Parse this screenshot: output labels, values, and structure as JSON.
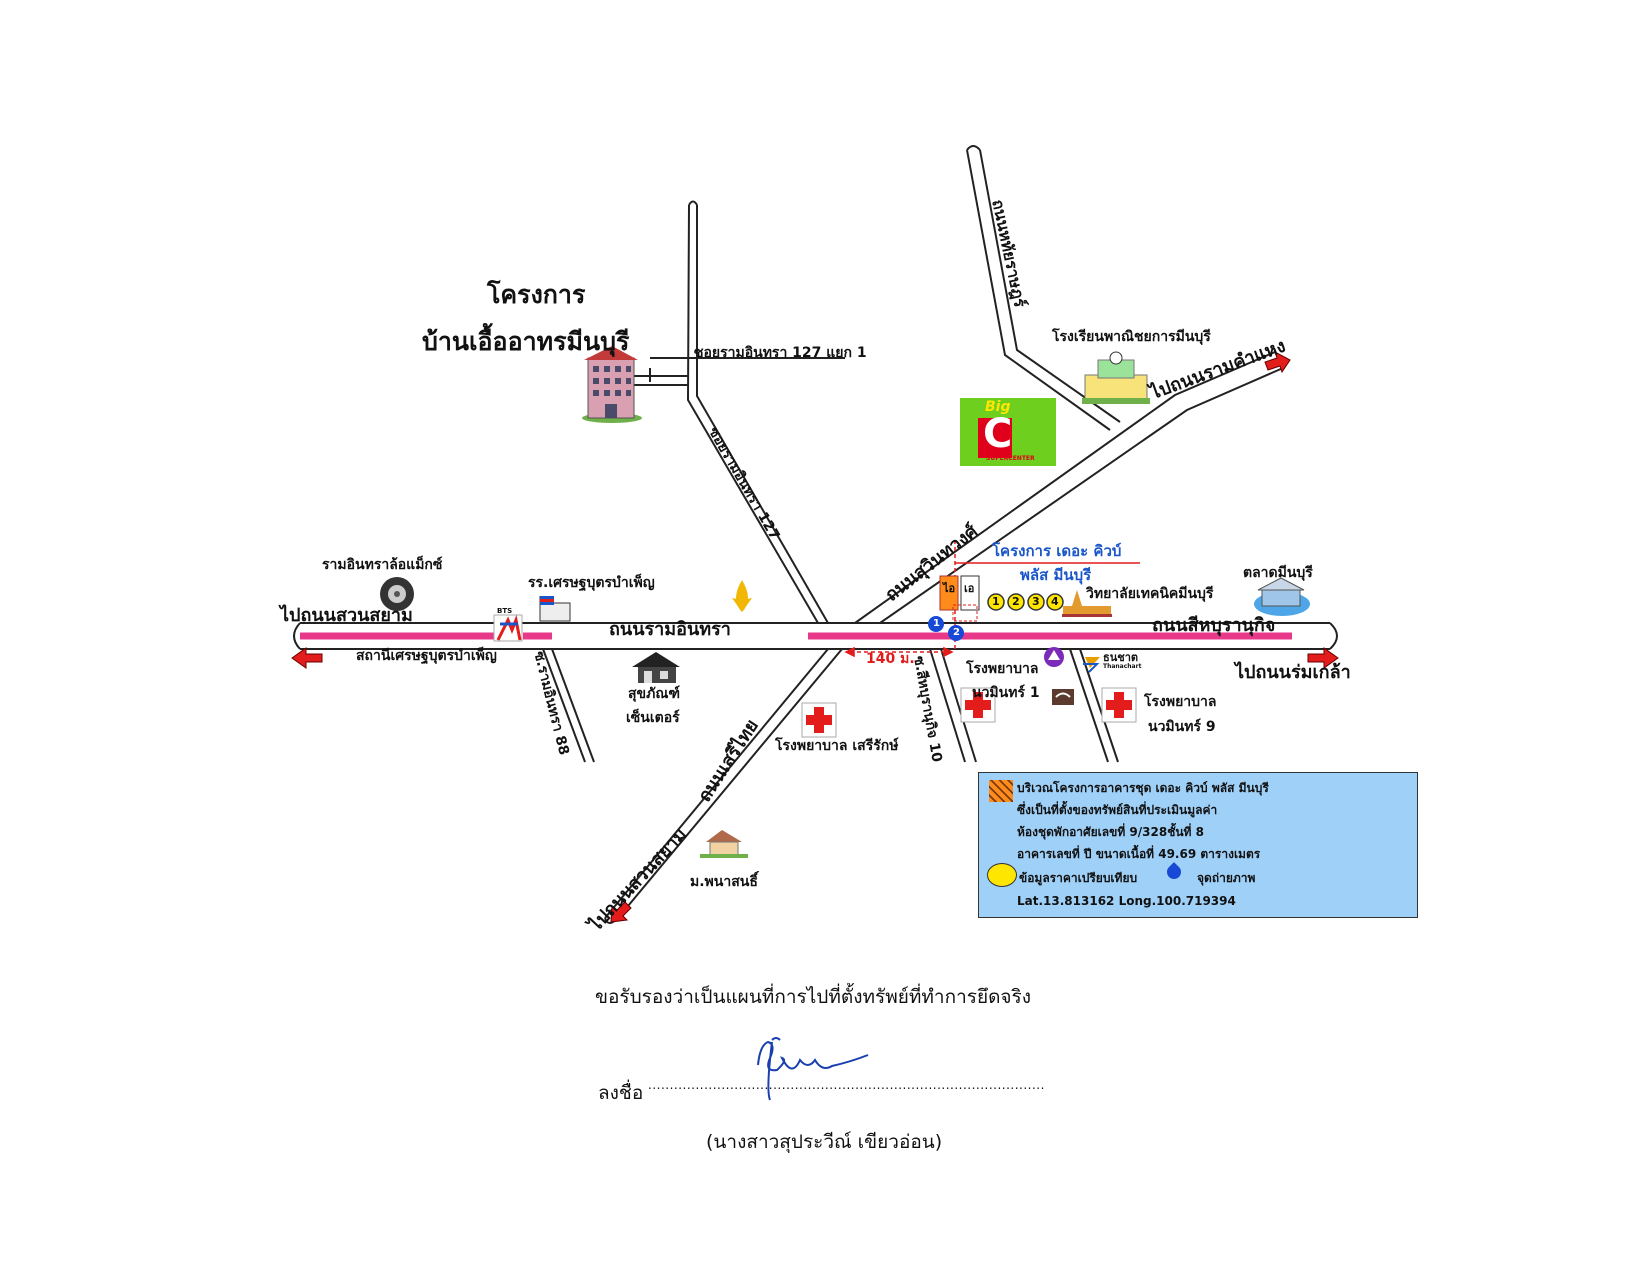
{
  "project": {
    "line1": "โครงการ",
    "line2": "บ้านเอื้ออาทรมีนบุรี"
  },
  "roads": {
    "soi_127_yaek_1": "ซอยรามอินทรา 127 แยก 1",
    "soi_127": "ซอยรามอินทรา 127",
    "hathairat": "ถนนหทัยราษฎร์",
    "suwinthawong": "ถนนสุวินทวงศ์",
    "ramintra": "ถนนรามอินทรา",
    "sihaburanukit": "ถนนสีหบุรานุกิจ",
    "soi_88": "ซ.รามอินทรา 88",
    "soi_sihaburanukit_10": "ซ.สีหบุรานุกิจ 10",
    "serithai": "ถนนเสรีไทย"
  },
  "directions": {
    "to_ramkhamhaeng": "ไปถนนรามคำแหง",
    "to_suansiam_west": "ไปถนนสวนสยาม",
    "to_romklao": "ไปถนนร่มเกล้า",
    "to_suansiam_south": "ไปถนนสวนสยาม"
  },
  "landmarks": {
    "school_commerce": "โรงเรียนพาณิชยการมีนบุรี",
    "bigc_brand": "Big",
    "bigc_letter": "C",
    "bigc_sub": "SUPERCENTER",
    "cube_project_1": "โครงการ เดอะ คิวบ์",
    "cube_project_2": "พลัส มีนบุรี",
    "tech_college": "วิทยาลัยเทคนิคมีนบุรี",
    "market": "ตลาดมีนบุรี",
    "tire_shop": "รามอินทราล้อแม็กซ์",
    "school_setthabut": "รร.เศรษฐบุตรบำเพ็ญ",
    "station": "สถานีเศรษฐบุตรบำเพ็ญ",
    "sukhaphan_1": "สุขภัณฑ์",
    "sukhaphan_2": "เซ็นเตอร์",
    "hospital_nawamin1_a": "โรงพยาบาล",
    "hospital_nawamin1_b": "นวมินทร์ 1",
    "hospital_nawamin9_a": "โรงพยาบาล",
    "hospital_nawamin9_b": "นวมินทร์ 9",
    "hospital_serirak": "โรงพยาบาล เสรีรักษ์",
    "panasin": "ม.พนาสนธิ์",
    "bank": "ธนชาต",
    "bank_sub": "Thanachart",
    "distance": "140 ม.",
    "bts": "BTS",
    "bldg_i": "ไอ",
    "bldg_e": "เอ",
    "marker_1": "1",
    "marker_2": "2",
    "marker_3": "3",
    "marker_4": "4",
    "photo_1": "1",
    "photo_2": "2"
  },
  "legend": {
    "line1": "บริเวณโครงการอาคารชุด เดอะ คิวบ์ พลัส มีนบุรี",
    "line2": "ซึ่งเป็นที่ตั้งของทรัพย์สินที่ประเมินมูลค่า",
    "line3": "ห้องชุดพักอาศัยเลขที่ 9/328ชั้นที่ 8",
    "line4": "อาคารเลขที่ ปี ขนาดเนื้อที่ 49.69 ตารางเมตร",
    "comparable": "ข้อมูลราคาเปรียบเทียบ",
    "photo_point": "จุดถ่ายภาพ",
    "coords": "Lat.13.813162 Long.100.719394"
  },
  "certification": {
    "statement": "ขอรับรองว่าเป็นแผนที่การไปที่ตั้งทรัพย์ที่ทำการยึดจริง",
    "sign_label": "ลงชื่อ",
    "dots": "............................................................................................",
    "signature": "สุประวีณ์",
    "name": "(นางสาวสุประวีณ์ เขียวอ่อน)"
  },
  "colors": {
    "main_road_accent": "#e8388a",
    "legend_bg": "#9fd0f8",
    "arrow": "#e31c1c",
    "marker_yellow": "#ffe600",
    "photo_blue": "#1748d6",
    "bigc_green": "#6fcf1f",
    "bigc_red": "#e0001b"
  },
  "icons": [
    "building-icon",
    "school-icon",
    "bigc-logo",
    "tire-icon",
    "bts-logo",
    "school-flag-icon",
    "house-icon",
    "hospital-cross-icon",
    "market-icon",
    "temple-icon",
    "bank-logo",
    "photo-point-icon",
    "direction-arrow-icon"
  ]
}
